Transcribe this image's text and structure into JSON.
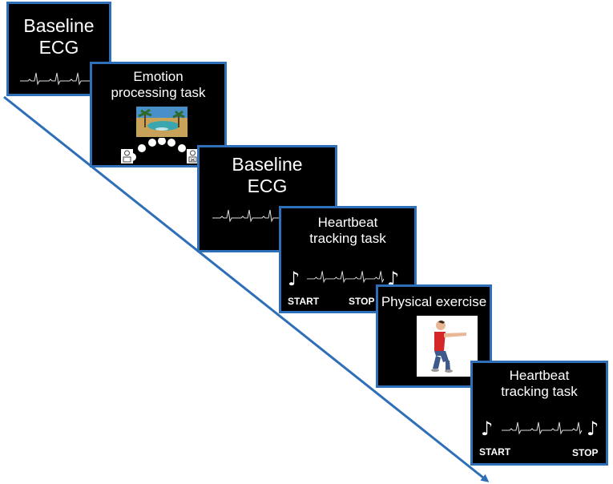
{
  "colors": {
    "accent": "#2e6fb8",
    "panel_bg": "#000000",
    "text": "#ffffff"
  },
  "steps": [
    {
      "title": "Baseline\nECG",
      "icons": [
        "ecg-trace"
      ]
    },
    {
      "title": "Emotion\nprocessing task",
      "icons": [
        "landscape-image",
        "rating-dots",
        "sam-manikin"
      ]
    },
    {
      "title": "Baseline\nECG",
      "icons": [
        "ecg-trace"
      ]
    },
    {
      "title": "Heartbeat\ntracking task",
      "start_label": "START",
      "stop_label": "STOP",
      "icons": [
        "music-note",
        "ecg-trace"
      ]
    },
    {
      "title": "Physical exercise",
      "icons": [
        "squatting-person"
      ]
    },
    {
      "title": "Heartbeat\ntracking task",
      "start_label": "START",
      "stop_label": "STOP",
      "icons": [
        "music-note",
        "ecg-trace"
      ]
    }
  ]
}
